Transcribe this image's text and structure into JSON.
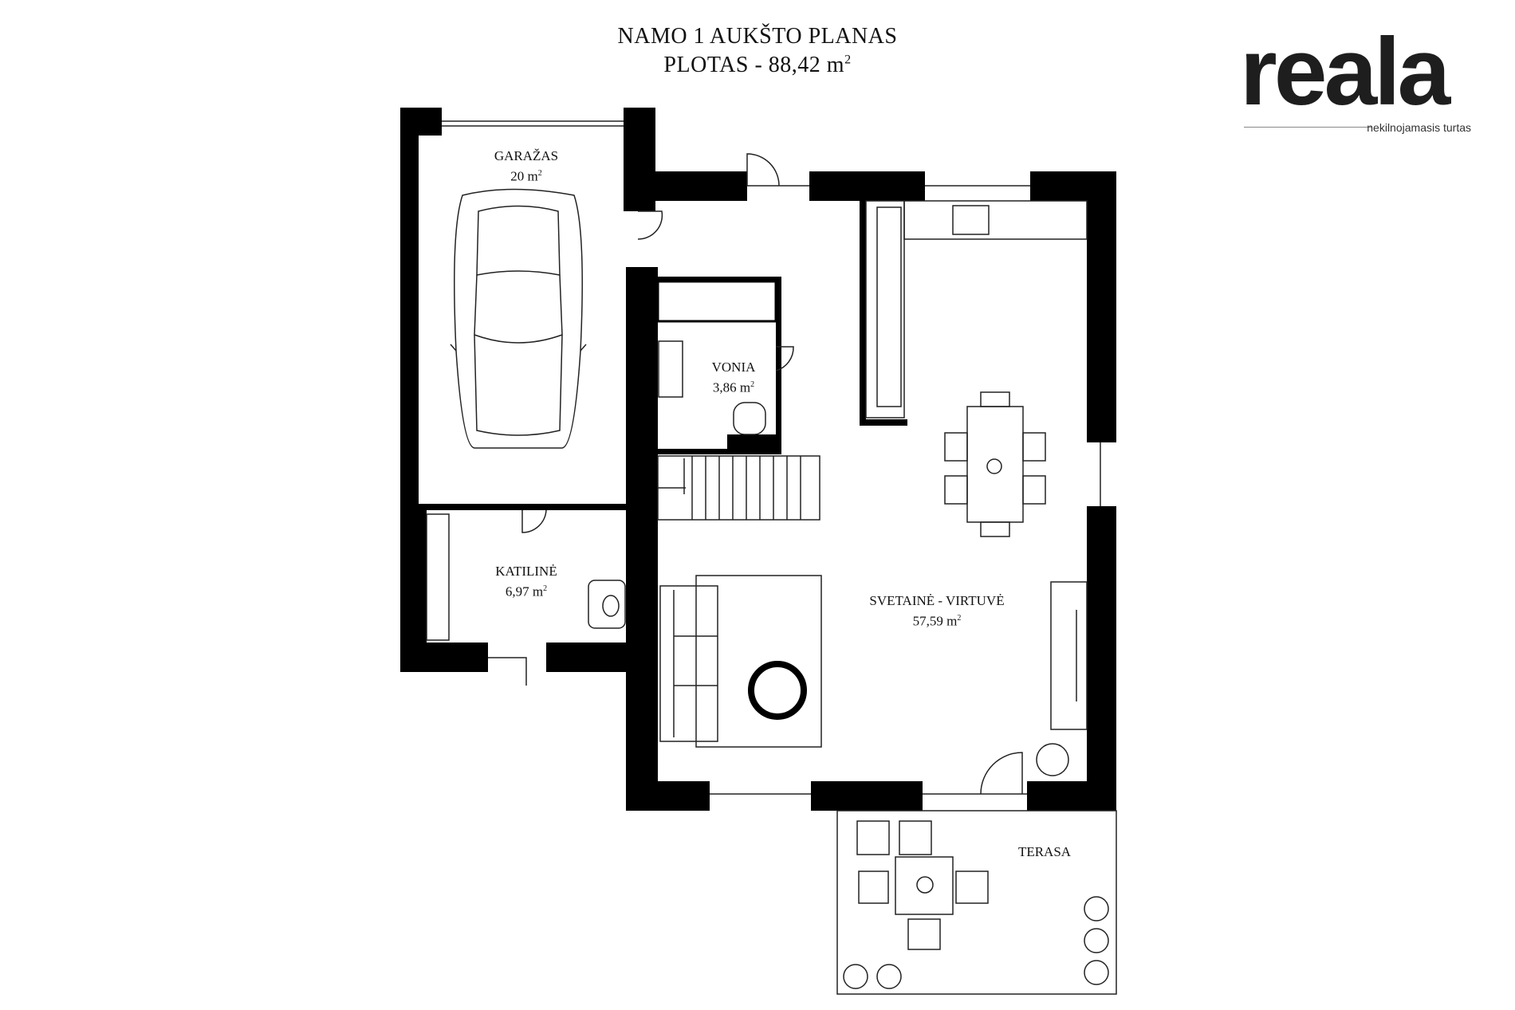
{
  "title": {
    "line1": "NAMO 1 AUKŠTO PLANAS",
    "line2": "PLOTAS - 88,42 m",
    "line2_sup": "2"
  },
  "logo": {
    "text": "reala",
    "tagline": "nekilnojamasis turtas"
  },
  "rooms": [
    {
      "id": "garazas",
      "name": "GARAŽAS",
      "area": "20 m",
      "sup": "2"
    },
    {
      "id": "vonia",
      "name": "VONIA",
      "area": "3,86 m",
      "sup": "2"
    },
    {
      "id": "katiline",
      "name": "KATILINĖ",
      "area": "6,97 m",
      "sup": "2"
    },
    {
      "id": "svetaine",
      "name": "SVETAINĖ - VIRTUVĖ",
      "area": "57,59 m",
      "sup": "2"
    },
    {
      "id": "terasa",
      "name": "TERASA",
      "area": "",
      "sup": ""
    }
  ],
  "colors": {
    "wall": "#000000",
    "line": "#222222",
    "background": "#ffffff"
  }
}
